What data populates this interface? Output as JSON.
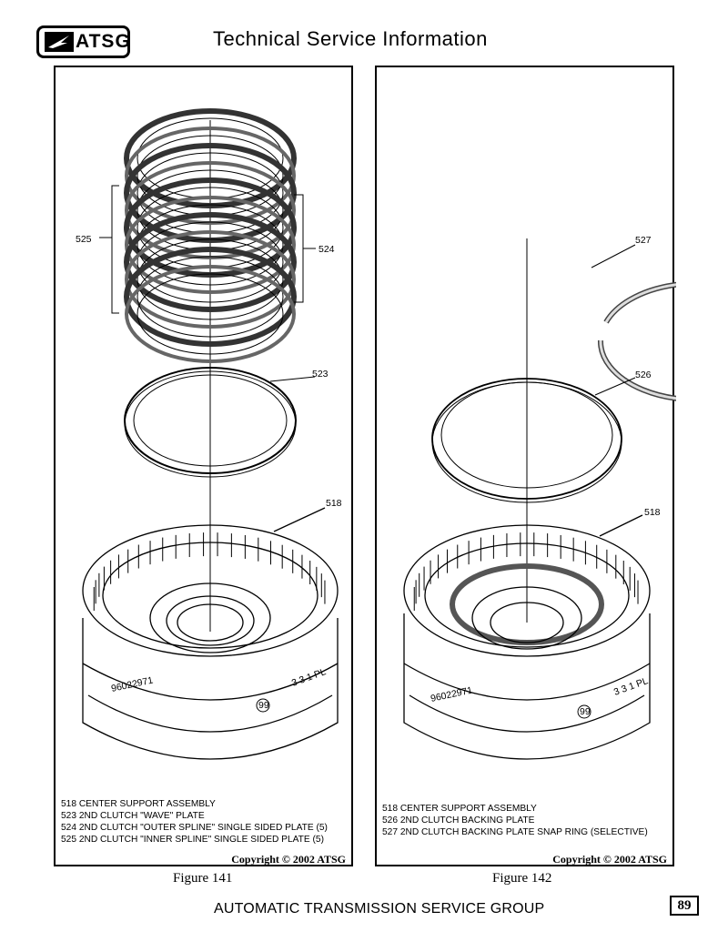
{
  "header": {
    "logo_text": "ATSG",
    "title": "Technical Service Information"
  },
  "figures": [
    {
      "caption": "Figure 141",
      "copyright": "Copyright © 2002 ATSG",
      "callouts": {
        "c525": "525",
        "c524": "524",
        "c523": "523",
        "c518": "518"
      },
      "legend": [
        "518  CENTER SUPPORT ASSEMBLY",
        "523  2ND CLUTCH \"WAVE\" PLATE",
        "524  2ND CLUTCH \"OUTER SPLINE\" SINGLE SIDED PLATE  (5)",
        "525  2ND CLUTCH \"INNER SPLINE\" SINGLE SIDED PLATE  (5)"
      ],
      "part_marks": {
        "serial": "96022971",
        "stamp": "99",
        "code": "3 3 1 PL"
      }
    },
    {
      "caption": "Figure 142",
      "copyright": "Copyright © 2002 ATSG",
      "callouts": {
        "c527": "527",
        "c526": "526",
        "c518": "518"
      },
      "legend": [
        "518  CENTER SUPPORT ASSEMBLY",
        "526  2ND CLUTCH BACKING PLATE",
        "527  2ND CLUTCH BACKING PLATE SNAP RING  (SELECTIVE)"
      ],
      "part_marks": {
        "serial": "96022971",
        "stamp": "99",
        "code": "3 3 1 PL"
      }
    }
  ],
  "footer": {
    "text": "AUTOMATIC TRANSMISSION SERVICE GROUP",
    "page_number": "89"
  }
}
